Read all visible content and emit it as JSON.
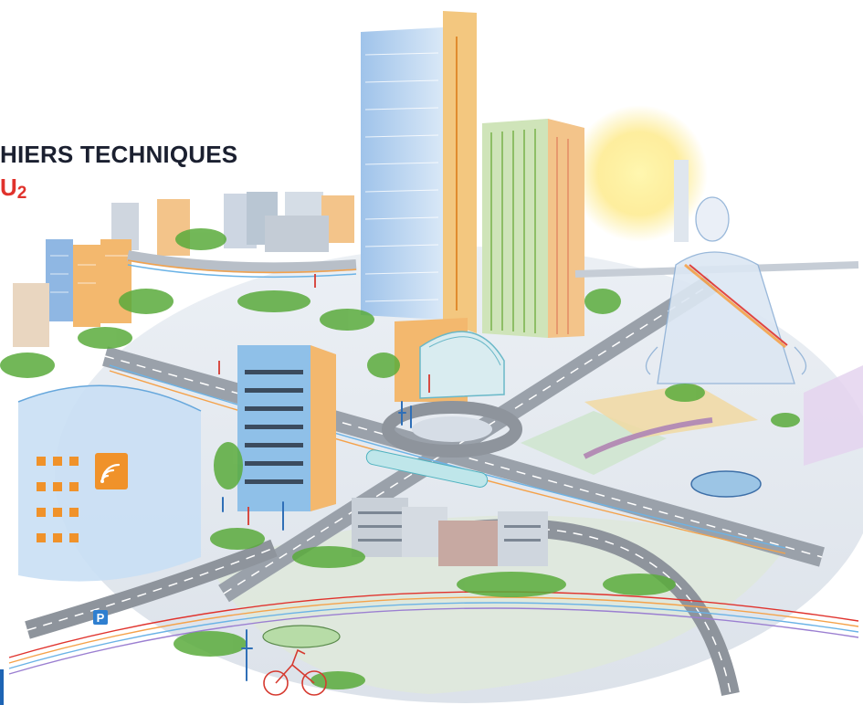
{
  "header": {
    "title": "HIERS TECHNIQUES",
    "subtitle_main": "U",
    "subtitle_sub": "2"
  },
  "signs": {
    "parking_letter": "P"
  },
  "colors": {
    "title": "#1b2030",
    "accent_red": "#e0322c",
    "wifi_orange": "#f0922a",
    "parking_blue": "#2f7fd0",
    "road_grey": "#8e949c",
    "glass_blue": "#b8d4ee",
    "tower_orange": "#f4c98a",
    "greenery": "#5aab3c"
  },
  "icons": {
    "wifi": "wifi-icon",
    "parking": "parking-icon"
  }
}
